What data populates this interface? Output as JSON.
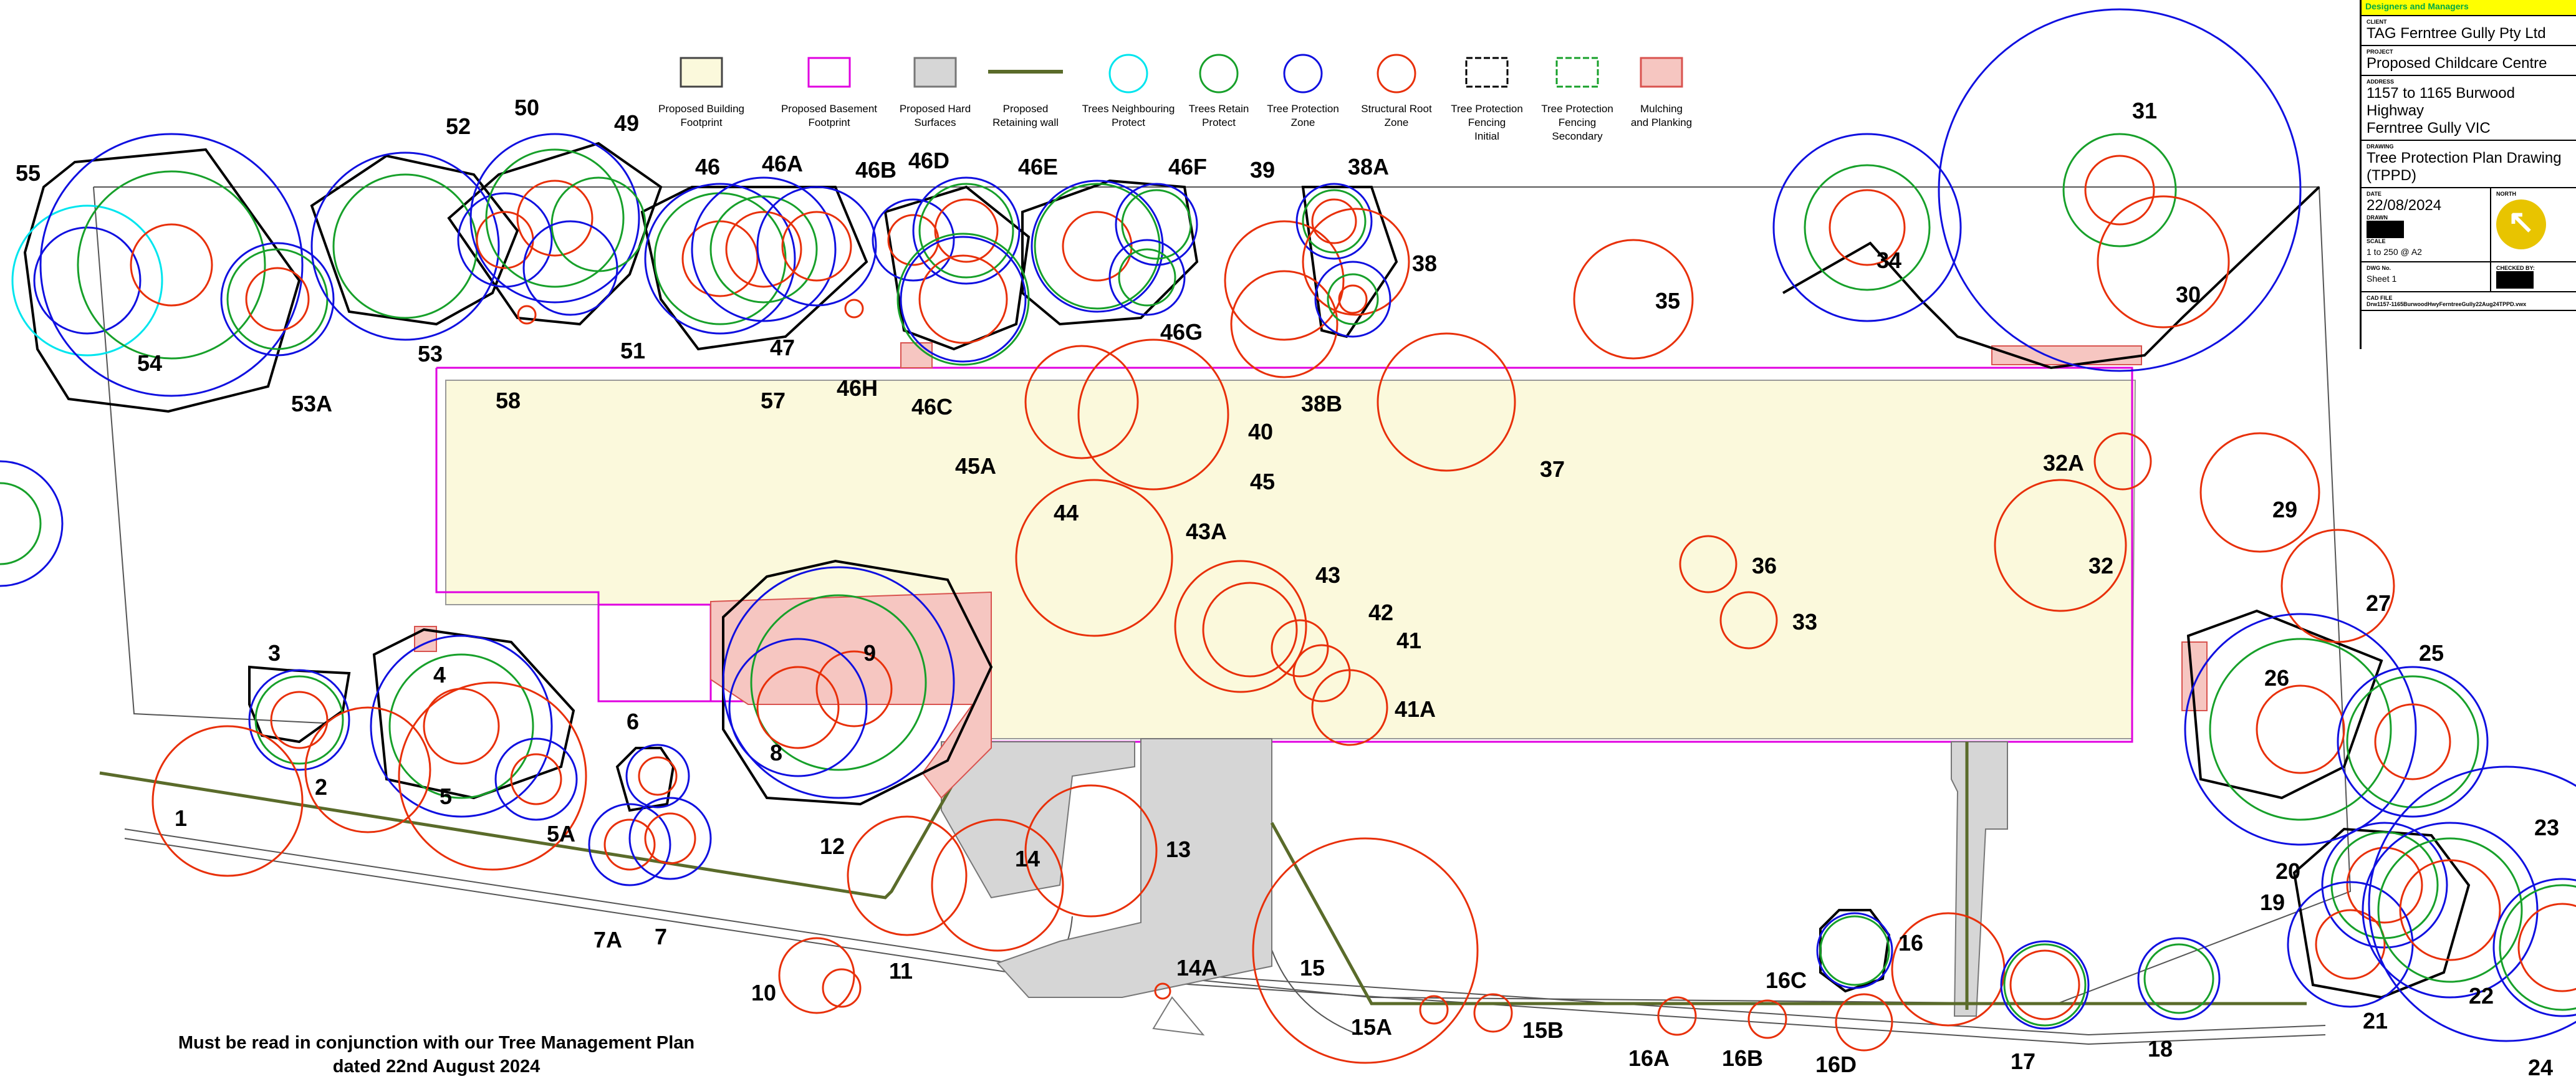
{
  "title_block": {
    "header": "Designers and Managers",
    "client_label": "CLIENT",
    "client": "TAG Ferntree Gully Pty Ltd",
    "project_label": "PROJECT",
    "project": "Proposed Childcare Centre",
    "address_label": "ADDRESS",
    "address_line1": "1157 to 1165 Burwood",
    "address_line2": "Highway",
    "address_line3": "Ferntree Gully VIC",
    "drawing_label": "DRAWING",
    "drawing_line1": "Tree Protection Plan Drawing",
    "drawing_line2": "(TPPD)",
    "date_label": "DATE",
    "date": "22/08/2024",
    "north_label": "NORTH",
    "drawn_label": "DRAWN",
    "scale_label": "SCALE",
    "scale": "1 to 250 @ A2",
    "dwg_label": "DWG No.",
    "sheet": "Sheet 1",
    "checked_label": "CHECKED BY:",
    "cad_label": "CAD FILE",
    "cad_file": "Drw1157-1165BurwoodHwyFerntreeGully22Aug24TPPD.vwx"
  },
  "legend": [
    {
      "line1": "Proposed Building",
      "line2": "Footprint",
      "swatch": "building"
    },
    {
      "line1": "Proposed Basement",
      "line2": "Footprint",
      "swatch": "basement"
    },
    {
      "line1": "Proposed Hard",
      "line2": "Surfaces",
      "swatch": "hard"
    },
    {
      "line1": "Proposed",
      "line2": "Retaining wall",
      "swatch": "wall"
    },
    {
      "line1": "Trees Neighbouring",
      "line2": "Protect",
      "swatch": "neighbour"
    },
    {
      "line1": "Trees Retain",
      "line2": "Protect",
      "swatch": "retain"
    },
    {
      "line1": "Tree Protection",
      "line2": "Zone",
      "swatch": "tpz"
    },
    {
      "line1": "Structural Root",
      "line2": "Zone",
      "swatch": "srz"
    },
    {
      "line1": "Tree Protection",
      "line2": "Fencing",
      "line3": "Initial",
      "swatch": "fence1"
    },
    {
      "line1": "Tree Protection",
      "line2": "Fencing",
      "line3": "Secondary",
      "swatch": "fence2"
    },
    {
      "line1": "Mulching",
      "line2": "and Planking",
      "swatch": "mulch"
    }
  ],
  "colors": {
    "building": "#fbf9dc",
    "basement": "#e000e0",
    "hard": "#d6d6d6",
    "wall": "#5a6b2a",
    "neighbour": "#00e5ee",
    "retain": "#17a02a",
    "tpz": "#1010e0",
    "srz": "#e8300a",
    "fence": "#000000",
    "mulch": "#d9534f"
  },
  "note": {
    "line1": "Must be read in conjunction with our Tree Management Plan",
    "line2": "dated 22nd August 2024"
  },
  "tree_labels": [
    "55",
    "54",
    "52",
    "50",
    "49",
    "53A",
    "53",
    "51",
    "58",
    "46",
    "46A",
    "46B",
    "46D",
    "46E",
    "46F",
    "47",
    "57",
    "46H",
    "46C",
    "46G",
    "39",
    "38A",
    "38",
    "40",
    "38B",
    "35",
    "34",
    "31",
    "30",
    "45A",
    "45",
    "37",
    "44",
    "43A",
    "43",
    "42",
    "41",
    "41A",
    "36",
    "33",
    "32A",
    "32",
    "29",
    "27",
    "26",
    "25",
    "3",
    "4",
    "5",
    "5A",
    "6",
    "7A",
    "7",
    "1",
    "2",
    "9",
    "8",
    "12",
    "14",
    "13",
    "14A",
    "10",
    "11",
    "15",
    "15A",
    "15B",
    "16A",
    "16B",
    "16C",
    "16D",
    "16",
    "17",
    "18",
    "20",
    "19",
    "21",
    "22",
    "23",
    "24"
  ]
}
